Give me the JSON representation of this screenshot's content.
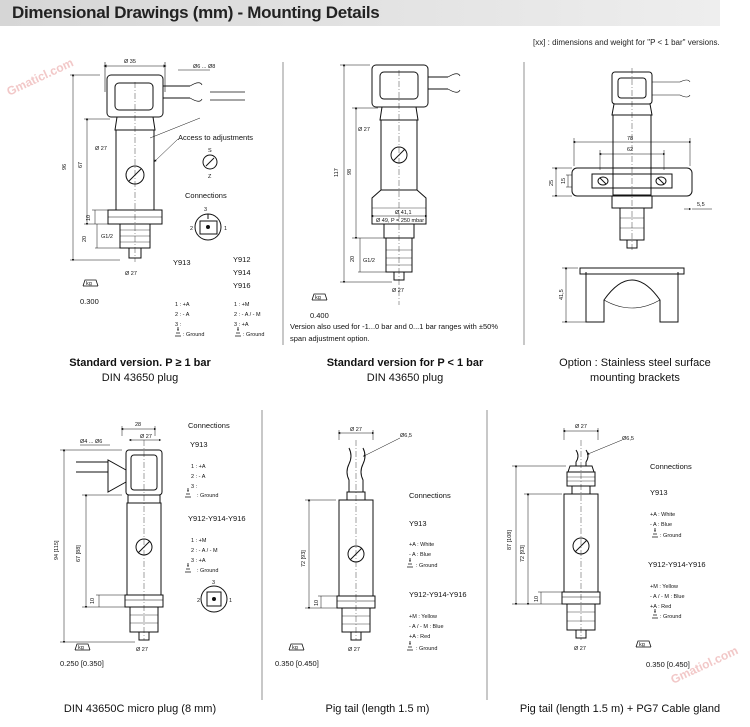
{
  "header": {
    "title": "Dimensional Drawings (mm) - Mounting Details"
  },
  "note": "[xx] : dimensions and weight for \"P < 1 bar\" versions.",
  "watermarks": [
    "Gmaticl.com",
    "Gmatiol.com"
  ],
  "panel1": {
    "dims": {
      "d35": "Ø 35",
      "d6_8": "Ø6 ... Ø8",
      "d27": "Ø 27",
      "d27b": "Ø 27",
      "h96": "96",
      "h67": "67",
      "h10": "10",
      "h20": "20",
      "g12": "G1/2"
    },
    "access": "Access to adjustments",
    "sz": {
      "s": "S",
      "z": "Z"
    },
    "connections": "Connections",
    "pins": {
      "p1": "1",
      "p2": "2",
      "p3": "3"
    },
    "model_left": "Y913",
    "models_right": [
      "Y912",
      "Y914",
      "Y916"
    ],
    "left_pins": [
      "1 : +A",
      "2 : - A",
      "3 :",
      ": Ground"
    ],
    "right_pins": [
      "1 : +M",
      "2 : - A / - M",
      "3 : +A",
      ": Ground"
    ],
    "weight_icon": "kg",
    "weight": "0.300",
    "caption_bold": "Standard version. P ≥ 1 bar",
    "caption": "DIN 43650 plug"
  },
  "panel2": {
    "dims": {
      "d27": "Ø 27",
      "h117": "117",
      "h98": "98",
      "d411": "Ø 41,1",
      "d49": "Ø 49, P = 250 mbar",
      "h20": "20",
      "g12": "G1/2",
      "d27b": "Ø 27"
    },
    "weight_icon": "kg",
    "weight": "0.400",
    "note": [
      "Version also used for -1...0 bar and 0...1 bar ranges with ±50%",
      "span adjustment option."
    ],
    "caption_bold": "Standard version for P < 1 bar",
    "caption": "DIN 43650 plug"
  },
  "panel3": {
    "dims": {
      "w78": "78",
      "w62": "62",
      "h25": "25",
      "h15": "15",
      "w55": "5,5",
      "h41": "41,5"
    },
    "caption": [
      "Option : Stainless steel surface",
      "mounting brackets"
    ]
  },
  "panel4": {
    "dims": {
      "w28": "28",
      "d27": "Ø 27",
      "d4_6": "Ø4 ... Ø6",
      "h94": "94 [115]",
      "h67": "67 [88]",
      "h10": "10",
      "d27b": "Ø 27"
    },
    "connections": "Connections",
    "model1": "Y913",
    "model1_pins": [
      "1 : +A",
      "2 : - A",
      "3 :",
      ": Ground"
    ],
    "model2": "Y912-Y914-Y916",
    "model2_pins": [
      "1 : +M",
      "2 : - A / - M",
      "3 : +A",
      ": Ground"
    ],
    "pins": {
      "p1": "1",
      "p2": "2",
      "p3": "3"
    },
    "weight_icon": "kg",
    "weight": "0.250 [0.350]",
    "caption": "DIN 43650C micro plug (8 mm)"
  },
  "panel5": {
    "dims": {
      "d27": "Ø 27",
      "d65": "Ø6,5",
      "h72": "72 [93]",
      "h10": "10",
      "d27b": "Ø 27"
    },
    "connections": "Connections",
    "model1": "Y913",
    "model1_pins": [
      "+A : White",
      "- A : Blue",
      ": Ground"
    ],
    "model2": "Y912-Y914-Y916",
    "model2_pins": [
      "+M : Yellow",
      "- A / - M : Blue",
      "+A : Red",
      ": Ground"
    ],
    "weight_icon": "kg",
    "weight": "0.350 [0.450]",
    "caption": "Pig tail (length 1.5 m)"
  },
  "panel6": {
    "dims": {
      "d27": "Ø 27",
      "d65": "Ø6,5",
      "h87": "87 [108]",
      "h72": "72 [93]",
      "h10": "10",
      "d27b": "Ø 27"
    },
    "connections": "Connections",
    "model1": "Y913",
    "model1_pins": [
      "+A : White",
      "- A : Blue",
      ": Ground"
    ],
    "model2": "Y912-Y914-Y916",
    "model2_pins": [
      "+M : Yellow",
      "- A / - M : Blue",
      "+A : Red",
      ": Ground"
    ],
    "weight_icon": "kg",
    "weight": "0.350 [0.450]",
    "caption": "Pig tail (length 1.5 m) + PG7 Cable gland"
  }
}
